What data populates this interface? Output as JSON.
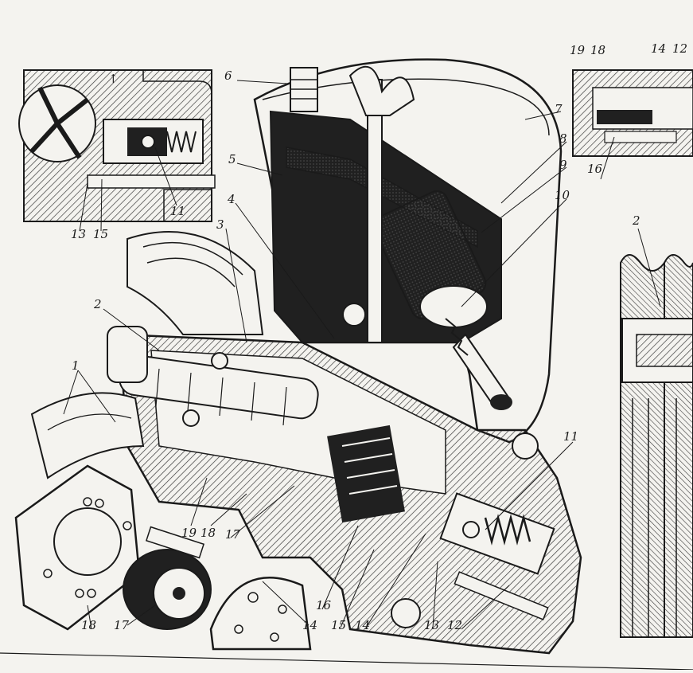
{
  "colors": {
    "ink": "#1a1a1a",
    "paper": "#f4f3ef",
    "dark_fill": "#202020",
    "hatch": "#3a3a3a"
  },
  "labels": {
    "l1": "1",
    "l2": "2",
    "l3": "3",
    "l4": "4",
    "l5": "5",
    "l6": "6",
    "l7": "7",
    "l8": "8",
    "l9": "9",
    "l10": "10",
    "l11": "11",
    "l12": "12",
    "l13": "13",
    "l14": "14",
    "l15": "15",
    "l16": "16",
    "l17": "17",
    "l18": "18",
    "l19": "19"
  },
  "inset_top_left": {
    "label_11": "11",
    "label_13": "13",
    "label_15": "15",
    "label_arrow": "↑"
  },
  "inset_top_right": {
    "label_19": "19",
    "label_18": "18",
    "label_14": "14",
    "label_12": "12",
    "label_16": "16"
  },
  "inset_right": {
    "label_2": "2"
  },
  "exploded_parts": {
    "label_18": "18",
    "label_17": "17",
    "label_14": "14"
  }
}
